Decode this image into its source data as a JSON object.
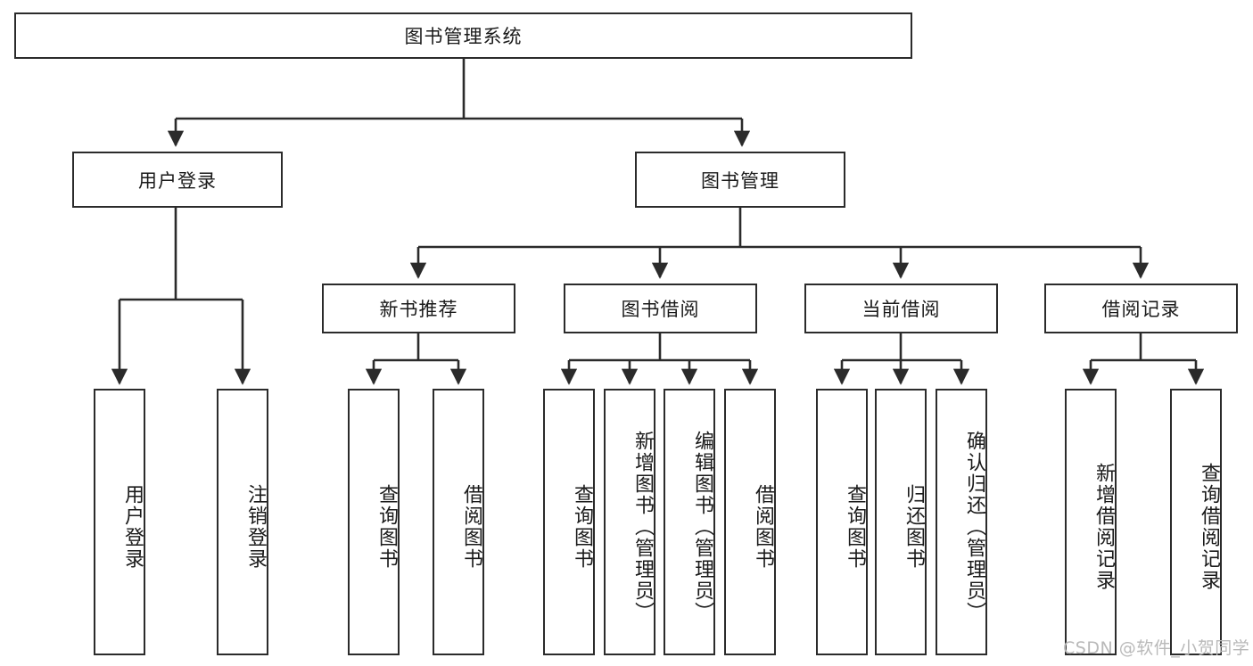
{
  "diagram": {
    "title": "图书管理系统",
    "type": "hierarchy-tree",
    "root": {
      "label": "图书管理系统"
    },
    "level1": [
      {
        "id": "user-login",
        "label": "用户登录"
      },
      {
        "id": "book-management",
        "label": "图书管理"
      }
    ],
    "level2": [
      {
        "id": "new-book-recommend",
        "label": "新书推荐",
        "parent": "book-management"
      },
      {
        "id": "book-borrow",
        "label": "图书借阅",
        "parent": "book-management"
      },
      {
        "id": "current-borrow",
        "label": "当前借阅",
        "parent": "book-management"
      },
      {
        "id": "borrow-record",
        "label": "借阅记录",
        "parent": "book-management"
      }
    ],
    "leaves": {
      "user_login": [
        {
          "id": "leaf-user-login",
          "label": "用户登录"
        },
        {
          "id": "leaf-logout-login",
          "label": "注销登录"
        }
      ],
      "new_book_recommend": [
        {
          "id": "leaf-query-book-1",
          "label": "查询图书"
        },
        {
          "id": "leaf-borrow-book-1",
          "label": "借阅图书"
        }
      ],
      "book_borrow": [
        {
          "id": "leaf-query-book-2",
          "label": "查询图书"
        },
        {
          "id": "leaf-add-book",
          "label": "新增图书（管理员）"
        },
        {
          "id": "leaf-edit-book",
          "label": "编辑图书（管理员）"
        },
        {
          "id": "leaf-borrow-book-2",
          "label": "借阅图书"
        }
      ],
      "current_borrow": [
        {
          "id": "leaf-query-book-3",
          "label": "查询图书"
        },
        {
          "id": "leaf-return-book",
          "label": "归还图书"
        },
        {
          "id": "leaf-confirm-return",
          "label": "确认归还（管理员）"
        }
      ],
      "borrow_record": [
        {
          "id": "leaf-add-record",
          "label": "新增借阅记录"
        },
        {
          "id": "leaf-query-record",
          "label": "查询借阅记录"
        }
      ]
    },
    "colors": {
      "stroke": "#2b2b2b",
      "fill": "#ffffff",
      "text": "#1a1a1a",
      "watermark": "#b9b9b9"
    }
  },
  "watermark": {
    "text": "CSDN @软件_小贺同学"
  }
}
